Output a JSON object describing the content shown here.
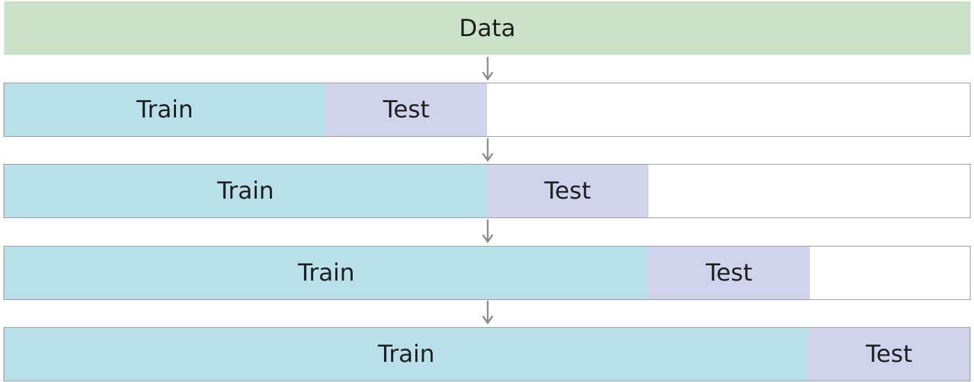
{
  "diagram": {
    "data_label": "Data",
    "splits": [
      {
        "train_label": "Train",
        "test_label": "Test",
        "train_fraction": 0.333,
        "test_fraction": 0.167
      },
      {
        "train_label": "Train",
        "test_label": "Test",
        "train_fraction": 0.5,
        "test_fraction": 0.167
      },
      {
        "train_label": "Train",
        "test_label": "Test",
        "train_fraction": 0.667,
        "test_fraction": 0.167
      },
      {
        "train_label": "Train",
        "test_label": "Test",
        "train_fraction": 0.833,
        "test_fraction": 0.167
      }
    ]
  },
  "colors": {
    "data": "#c9e2c8",
    "train": "#b8dfea",
    "test": "#cfd3ec",
    "arrow": "#8a8a8a",
    "border": "#9a9a9a"
  },
  "icons": {
    "flow_arrow": "arrow-down-icon"
  }
}
